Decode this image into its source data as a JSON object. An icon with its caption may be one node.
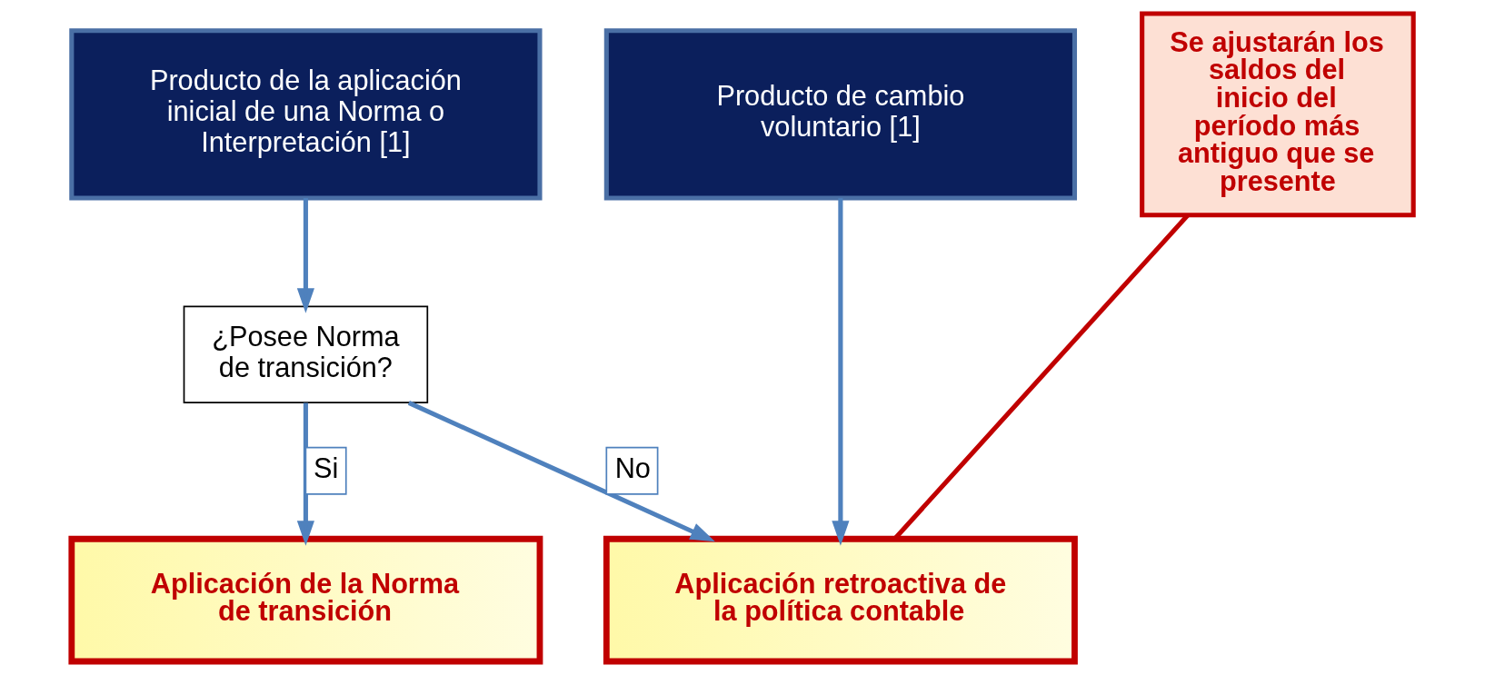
{
  "diagram": {
    "nodes": [
      {
        "text": [
          "Producto de la aplicación inicial de una Norma o Interpretación [1]"
        ]
      },
      {
        "text": [
          "Producto de cambio voluntario [1]"
        ]
      },
      {
        "text": [
          "Se ajustarán los saldos del inicio del período más antiguo que se presente"
        ]
      },
      {
        "text": [
          "¿Posee Norma de transición?"
        ]
      },
      {
        "text": [
          "Aplicación de la Norma de transición"
        ]
      },
      {
        "text": [
          "Aplicación retroactiva de la política contable"
        ]
      }
    ],
    "edges": [
      {
        "from": 0,
        "to": 3,
        "arrow": "to"
      },
      {
        "from": 3,
        "to": 4,
        "arrow": "to",
        "label": "Si"
      },
      {
        "from": 3,
        "to": 5,
        "arrow": "to",
        "label": "No"
      },
      {
        "from": 1,
        "to": 5,
        "arrow": "to"
      },
      {
        "from": 2,
        "to": 5,
        "arrow": "none",
        "color": "#c00000"
      }
    ]
  }
}
